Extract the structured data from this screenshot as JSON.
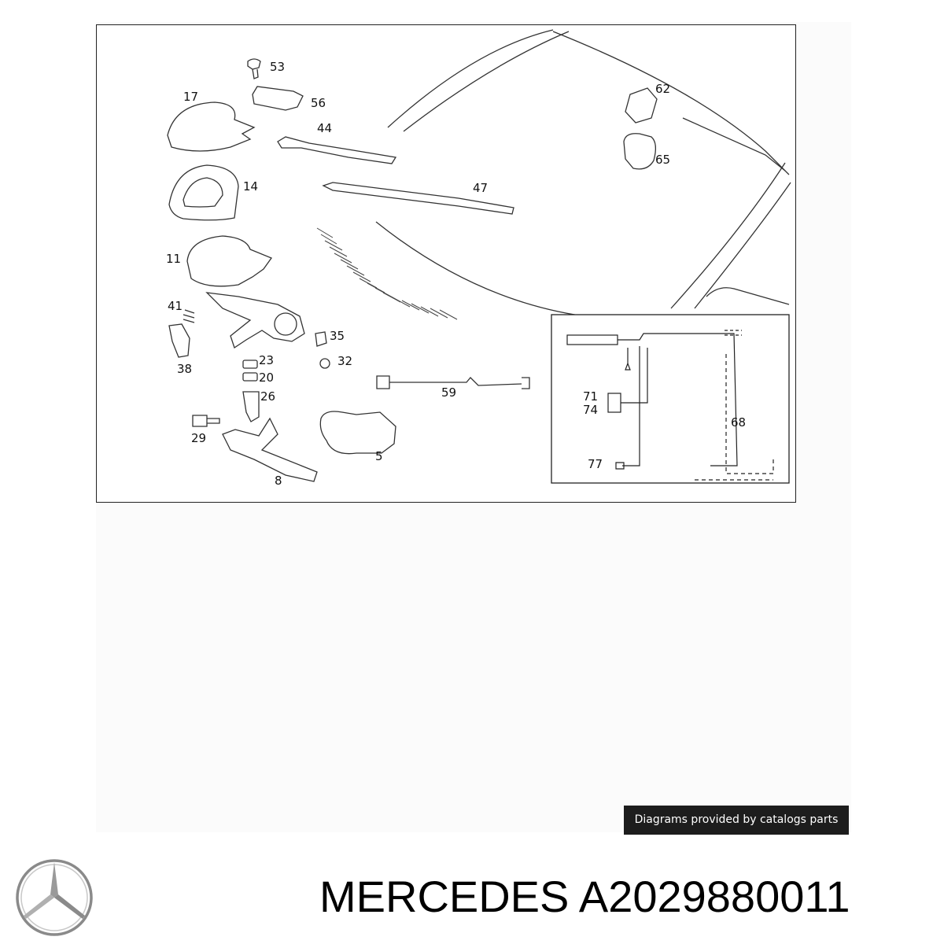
{
  "diagram": {
    "callouts": [
      {
        "id": "c53",
        "label": "53"
      },
      {
        "id": "c56",
        "label": "56"
      },
      {
        "id": "c17",
        "label": "17"
      },
      {
        "id": "c44",
        "label": "44"
      },
      {
        "id": "c14",
        "label": "14"
      },
      {
        "id": "c47",
        "label": "47"
      },
      {
        "id": "c62",
        "label": "62"
      },
      {
        "id": "c65",
        "label": "65"
      },
      {
        "id": "c11",
        "label": "11"
      },
      {
        "id": "c41",
        "label": "41"
      },
      {
        "id": "c38",
        "label": "38"
      },
      {
        "id": "c35",
        "label": "35"
      },
      {
        "id": "c32",
        "label": "32"
      },
      {
        "id": "c23",
        "label": "23"
      },
      {
        "id": "c20",
        "label": "20"
      },
      {
        "id": "c26",
        "label": "26"
      },
      {
        "id": "c29",
        "label": "29"
      },
      {
        "id": "c8",
        "label": "8"
      },
      {
        "id": "c5",
        "label": "5"
      },
      {
        "id": "c59",
        "label": "59"
      },
      {
        "id": "c71",
        "label": "71"
      },
      {
        "id": "c74",
        "label": "74"
      },
      {
        "id": "c68",
        "label": "68"
      },
      {
        "id": "c77",
        "label": "77"
      }
    ]
  },
  "credit": {
    "text": "Diagrams provided by catalogs parts"
  },
  "brand": {
    "name": "MERCEDES",
    "part_number": "A2029880011",
    "logo_icon": "mercedes-star-icon"
  }
}
